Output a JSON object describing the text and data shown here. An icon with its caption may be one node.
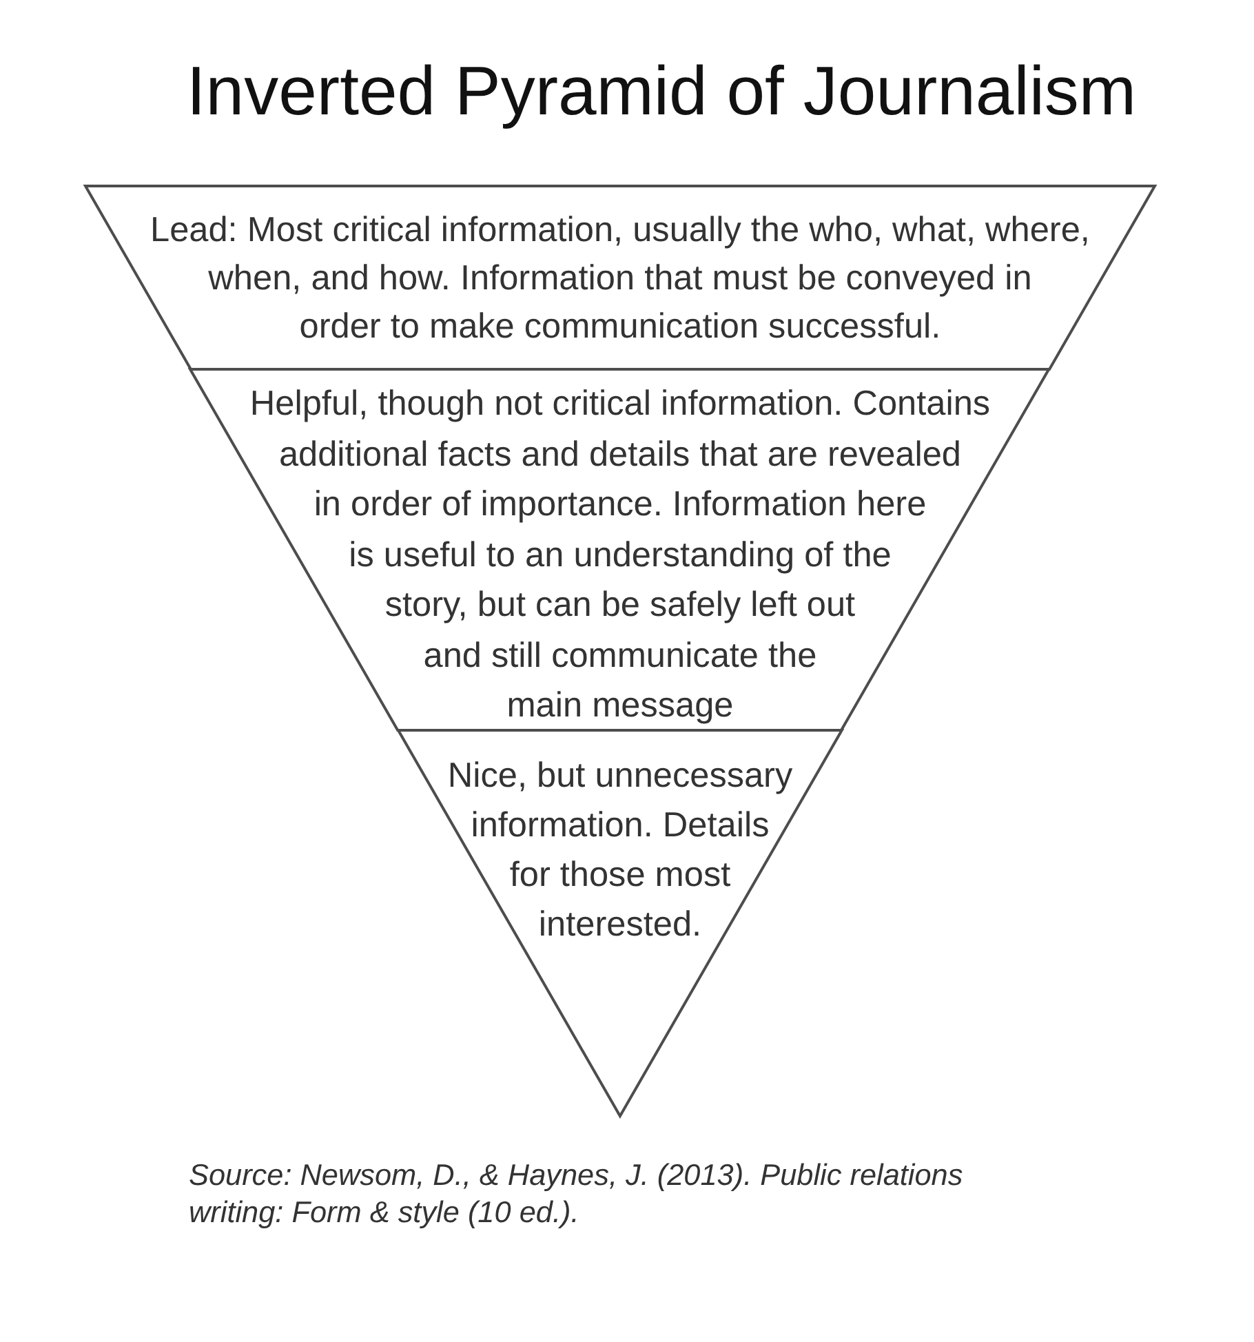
{
  "diagram": {
    "title": "Inverted Pyramid of Journalism",
    "caption": "Source: Newsom, D., & Haynes, J. (2013). Public relations writing: Form & style (10 ed.).",
    "nodes": [
      {
        "text": [
          "Lead: Most critical information, usually the who, what, where, when, and how. Information that must be conveyed in order to make communication successful."
        ]
      },
      {
        "text": [
          "Helpful, though not critical information. Contains additional facts and details that are revealed in order of importance. Information here is useful to an understanding of the story, but can be safely left out and still communicate the main message"
        ]
      },
      {
        "text": [
          "Nice, but unnecessary information. Details for those most interested."
        ]
      }
    ]
  }
}
